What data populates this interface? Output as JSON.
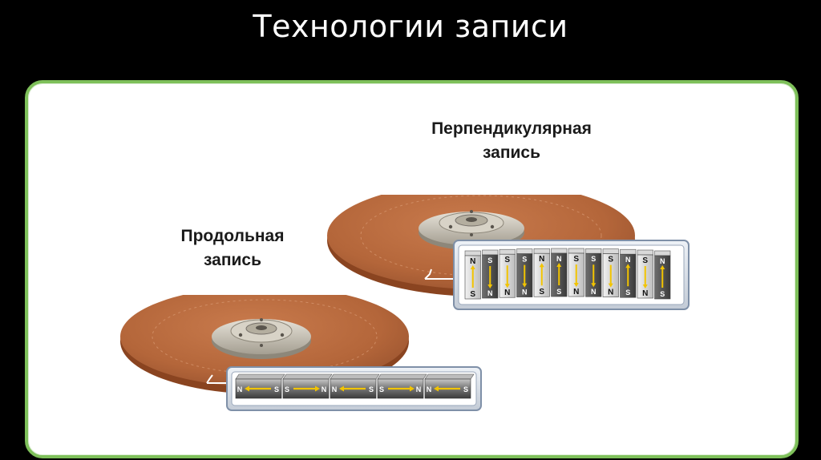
{
  "slide": {
    "title": "Технологии записи"
  },
  "labels": {
    "perpendicular": [
      "Перпендикулярная",
      "запись"
    ],
    "longitudinal": [
      "Продольная",
      "запись"
    ]
  },
  "poles": {
    "north": "N",
    "south": "S"
  },
  "perpendicular_grains": [
    "N/S",
    "S/N",
    "S/N",
    "S/N",
    "N/S",
    "N/S",
    "S/N",
    "S/N",
    "S/N",
    "N/S",
    "S/N",
    "N/S"
  ],
  "longitudinal_segments": [
    {
      "left": "N",
      "right": "S"
    },
    {
      "left": "S",
      "right": "N"
    },
    {
      "left": "N",
      "right": "S"
    },
    {
      "left": "S",
      "right": "N"
    },
    {
      "left": "N",
      "right": "S"
    }
  ],
  "colors": {
    "frame_border": "#7ec05a",
    "platter": "#b4663a",
    "platter_edge": "#8a4420",
    "hub": "#c9c3b5",
    "arrow": "#f2c400",
    "panel_border": "#7f90a8"
  }
}
